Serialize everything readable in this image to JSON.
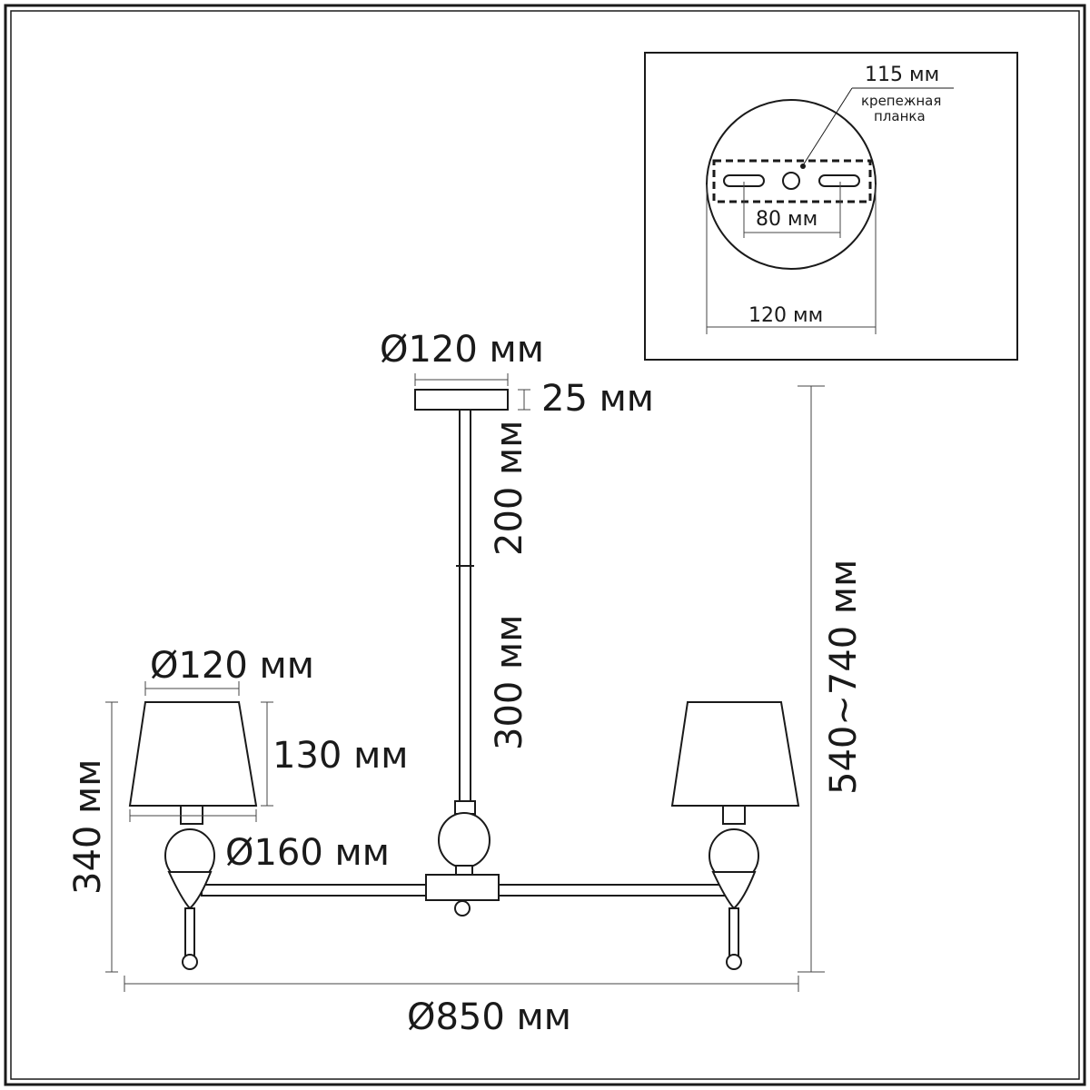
{
  "inset": {
    "plate_label": "115 мм",
    "plate_note_line1": "крепежная",
    "plate_note_line2": "планка",
    "hole_spacing": "80 мм",
    "canopy_width": "120 мм"
  },
  "dimensions": {
    "canopy_diameter": "Ø120 мм",
    "canopy_height": "25 мм",
    "rod_segment_1": "200 мм",
    "rod_segment_2": "300 мм",
    "total_height": "540~740 мм",
    "shade_diameter": "Ø120 мм",
    "shade_height": "130 мм",
    "shade_bottom_diameter": "Ø160 мм",
    "arm_height": "340 мм",
    "overall_diameter": "Ø850 мм"
  }
}
